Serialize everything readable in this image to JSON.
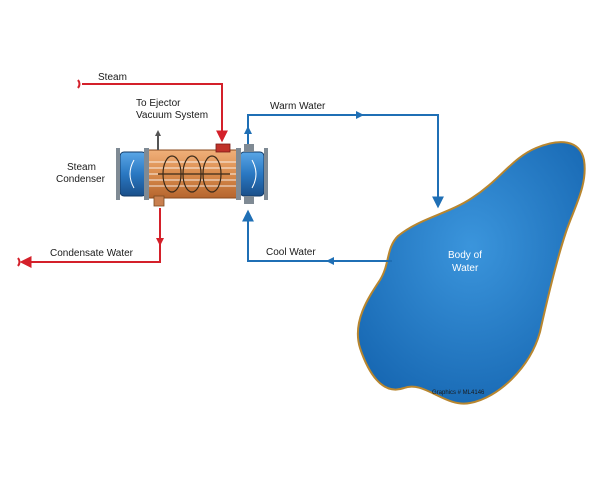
{
  "labels": {
    "steam": "Steam",
    "ejector_line1": "To Ejector",
    "ejector_line2": "Vacuum System",
    "warm_water": "Warm Water",
    "condenser_line1": "Steam",
    "condenser_line2": "Condenser",
    "condensate_water": "Condensate Water",
    "cool_water": "Cool Water",
    "body_line1": "Body of",
    "body_line2": "Water",
    "graphics_id": "Graphics # ML4146"
  },
  "colors": {
    "steam_line": "#d4202a",
    "water_line": "#1f6fb5",
    "lake_fill": "#1f7cc8",
    "lake_outline": "#b8862f",
    "shell": "#d98b4c",
    "waterbox": "#2a78c2"
  }
}
